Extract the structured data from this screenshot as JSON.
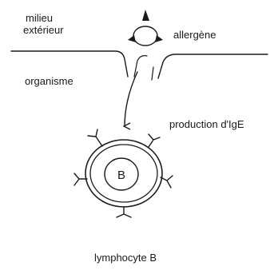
{
  "labels": {
    "milieu": "milieu",
    "exterieur": "extérieur",
    "allergene": "allergène",
    "organisme": "organisme",
    "production": "production d'IgE",
    "nucleus": "B",
    "cell": "lymphocyte B"
  }
}
